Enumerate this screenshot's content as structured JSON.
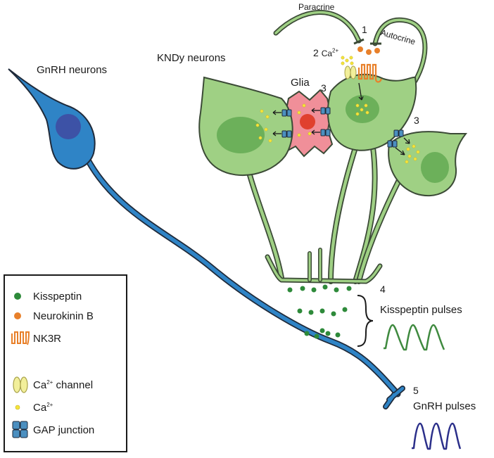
{
  "labels": {
    "gnrh_neurons": "GnRH neurons",
    "kndy_neurons": "KNDy neurons",
    "glia": "Glia",
    "paracrine": "Paracrine",
    "autocrine": "Autocrine",
    "step_1": "1",
    "step_2": "2",
    "ca_text": "Ca",
    "ca_sup": "2+",
    "step_3a": "3",
    "step_3b": "3",
    "step_4": "4",
    "kisspeptin_pulses": "Kisspeptin pulses",
    "step_5": "5",
    "gnrh_pulses": "GnRH pulses"
  },
  "legend": {
    "kisspeptin": "Kisspeptin",
    "neurokinin_b": "Neurokinin B",
    "nk3r": "NK3R",
    "ca_channel_text": "Ca",
    "ca_channel_sup": "2+",
    "ca_channel_suffix": " channel",
    "ca_text": "Ca",
    "ca_sup": "2+",
    "gap_junction": "GAP junction"
  },
  "colors": {
    "neuron_fill": "#9fd084",
    "neuron_stroke": "#3b4a36",
    "nucleus": "#6cb05a",
    "glia_fill": "#f08f99",
    "glia_nucleus": "#e0402e",
    "gnrh_axon": "#2f84c6",
    "gnrh_nucleus": "#3d52a6",
    "kisspeptin": "#2e8a3a",
    "neurokinin_b": "#e8802a",
    "calcium": "#f5e43a",
    "gap_junction": "#4b8fc0",
    "kisspeptin_wave": "#3f8a3f",
    "gnrh_wave": "#2b2f8a"
  }
}
